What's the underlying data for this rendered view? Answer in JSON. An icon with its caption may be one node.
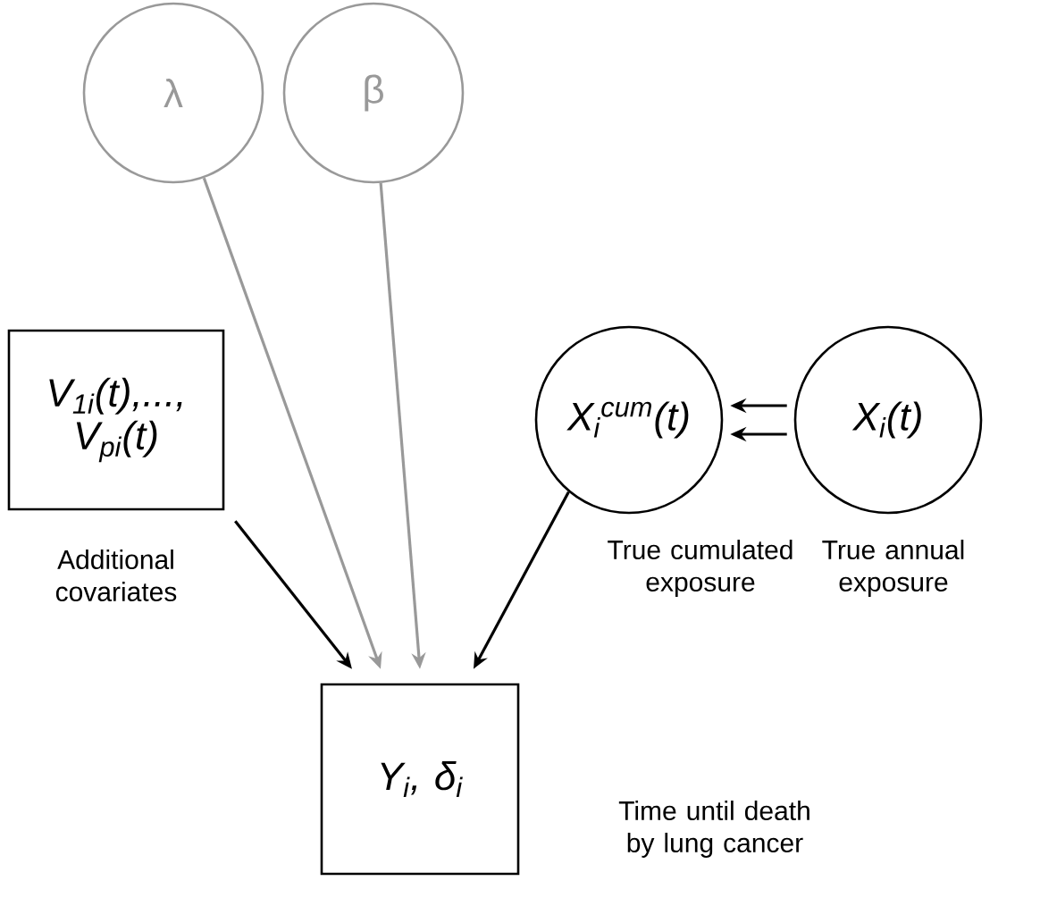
{
  "diagram": {
    "nodes": [
      {
        "text": [
          "λ"
        ]
      },
      {
        "text": [
          "β"
        ]
      },
      {
        "text": [
          "V$_{1i}$(t),..., V$_{pi}$(t)"
        ],
        "beside": [
          "Additional covariates"
        ]
      },
      {
        "text": [
          "X$_{i}$$^{cum}$(t)"
        ],
        "beside": [
          "True cumulated exposure"
        ]
      },
      {
        "text": [
          "X$_{i}$(t)"
        ],
        "beside": [
          "True annual exposure"
        ]
      },
      {
        "text": [
          "Y$_{i}$, δ$_{i}$"
        ],
        "beside": [
          "Time until death by lung cancer"
        ]
      }
    ],
    "edges": [
      {
        "from": 0,
        "to": 5,
        "arrow": "to",
        "color": "#999999"
      },
      {
        "from": 1,
        "to": 5,
        "arrow": "to",
        "color": "#999999"
      },
      {
        "from": 2,
        "to": 5,
        "arrow": "to"
      },
      {
        "from": 3,
        "to": 5,
        "arrow": "to"
      },
      {
        "from": 4,
        "to": 3,
        "arrow": "to"
      },
      {
        "from": 4,
        "to": 3,
        "arrow": "to"
      }
    ]
  }
}
